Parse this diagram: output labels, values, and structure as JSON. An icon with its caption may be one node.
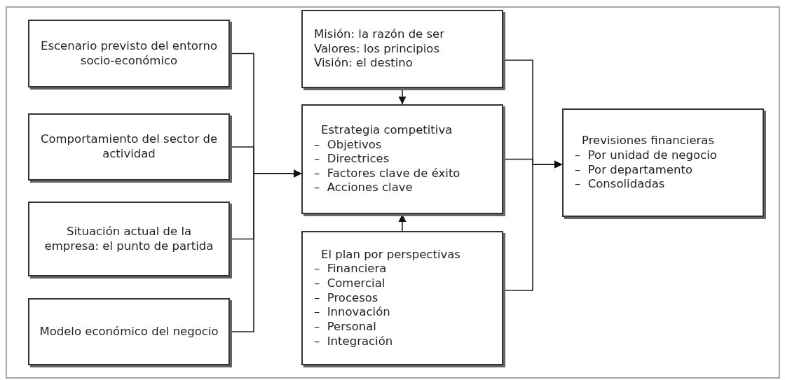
{
  "diagram": {
    "nodes": [
      {
        "text": [
          "Escenario previsto del entorno socio-económico"
        ]
      },
      {
        "text": [
          "Comportamiento del sector de actividad"
        ]
      },
      {
        "text": [
          "Situación actual de la empresa: el punto de partida"
        ]
      },
      {
        "text": [
          "Modelo económico del negocio"
        ]
      },
      {
        "text": [
          "Misión: la razón de ser",
          "Valores: los principios",
          "Visión: el destino"
        ]
      },
      {
        "text": [
          "Estrategia competitiva",
          "–  Objetivos",
          "–  Directrices",
          "–  Factores clave de éxito",
          "–  Acciones clave"
        ]
      },
      {
        "text": [
          "El plan por perspectivas",
          "–  Financiera",
          "–  Comercial",
          "–  Procesos",
          "–  Innovación",
          "–  Personal",
          "–  Integración"
        ]
      },
      {
        "text": [
          "Previsiones financieras",
          "–  Por unidad de negocio",
          "–  Por departamento",
          "–  Consolidadas"
        ]
      }
    ],
    "edges": [
      {
        "from": 0,
        "to": 5,
        "arrow": "to"
      },
      {
        "from": 1,
        "to": 5,
        "arrow": "to"
      },
      {
        "from": 2,
        "to": 5,
        "arrow": "to"
      },
      {
        "from": 3,
        "to": 5,
        "arrow": "to"
      },
      {
        "from": 4,
        "to": 5,
        "arrow": "to"
      },
      {
        "from": 6,
        "to": 5,
        "arrow": "to"
      },
      {
        "from": 4,
        "to": 7,
        "arrow": "to"
      },
      {
        "from": 5,
        "to": 7,
        "arrow": "to"
      },
      {
        "from": 6,
        "to": 7,
        "arrow": "to"
      }
    ]
  }
}
